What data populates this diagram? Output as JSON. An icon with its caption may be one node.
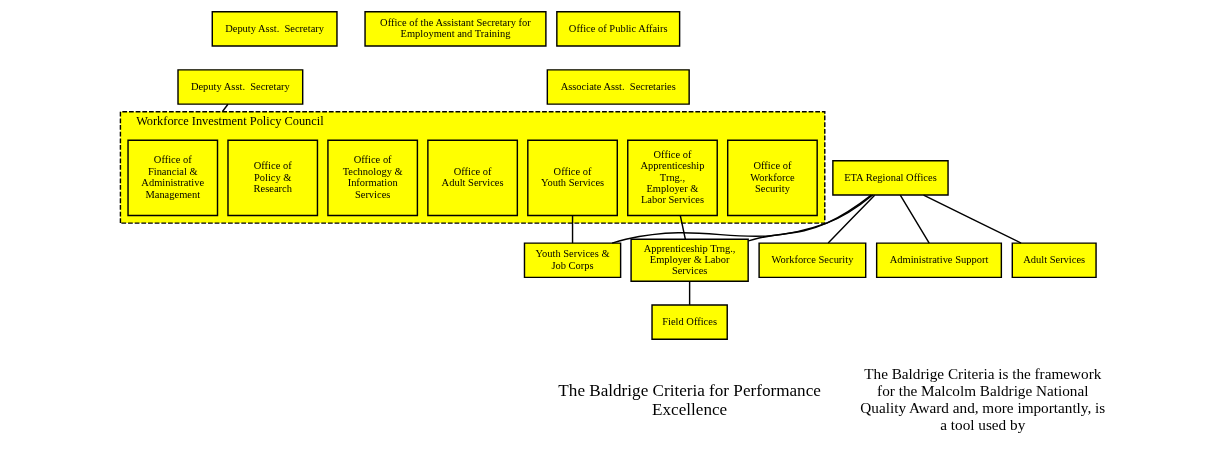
{
  "diagram": {
    "nodes": [
      {
        "text": [
          "Deputy Asst.  Secretary"
        ]
      },
      {
        "text": [
          "Deputy Asst.  Secretary"
        ]
      },
      {
        "text": [
          "Office of the Assistant Secretary for Employment and Training"
        ]
      },
      {
        "text": [
          "Office of Public Affairs"
        ]
      },
      {
        "text": [
          "Associate Asst.  Secretaries"
        ]
      },
      {
        "text": [
          "Workforce Investment Policy Council"
        ]
      },
      {
        "text": [
          "Office of Financial & Administrative Management"
        ],
        "in": 5
      },
      {
        "text": [
          "Office of Policy & Research"
        ],
        "in": 5
      },
      {
        "text": [
          "Office of Technology & Information Services"
        ],
        "in": 5
      },
      {
        "text": [
          "Office of Adult Services"
        ],
        "in": 5
      },
      {
        "text": [
          "Office of Youth Services"
        ],
        "in": 5
      },
      {
        "text": [
          "Office of Apprenticeship Trng., Employer & Labor Services"
        ],
        "in": 5
      },
      {
        "text": [
          "Office of Workforce Security"
        ],
        "in": 5
      },
      {
        "text": [
          "ETA Regional Offices"
        ]
      },
      {
        "text": [
          "Workforce Security"
        ]
      },
      {
        "text": [
          "Administrative Support"
        ]
      },
      {
        "text": [
          "Adult Services"
        ]
      },
      {
        "text": [
          "Youth Services & Job Corps"
        ]
      },
      {
        "text": [
          "Apprenticeship Trng., Employer & Labor Services"
        ]
      },
      {
        "text": [
          "Field Offices"
        ]
      }
    ],
    "edges": [
      {
        "from": 1,
        "to": 5,
        "arrow": "none"
      },
      {
        "from": 13,
        "to": 14,
        "arrow": "none"
      },
      {
        "from": 13,
        "to": 15,
        "arrow": "none"
      },
      {
        "from": 13,
        "to": 16,
        "arrow": "none"
      },
      {
        "from": 13,
        "to": 17,
        "arrow": "none"
      },
      {
        "from": 13,
        "to": 18,
        "arrow": "none"
      },
      {
        "from": 10,
        "to": 17,
        "arrow": "none"
      },
      {
        "from": 11,
        "to": 18,
        "arrow": "none"
      },
      {
        "from": 18,
        "to": 19,
        "arrow": "none"
      }
    ],
    "labels": [
      "The Baldrige Criteria for Performance Excellence",
      "The Baldrige Criteria is the framework for the Malcolm Baldrige National Quality Award and, more importantly, is a tool used by"
    ]
  }
}
